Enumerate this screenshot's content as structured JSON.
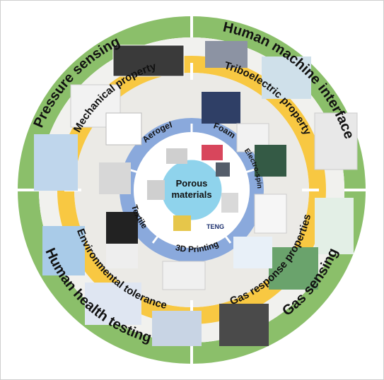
{
  "center": {
    "line1": "Porous",
    "line2": "materials",
    "color": "#8fd3ec"
  },
  "inner_ring": {
    "color": "#8aa9dc",
    "labels": [
      "Foam",
      "Electro-spinning",
      "3D Printing",
      "Textile",
      "Aerogel"
    ]
  },
  "middle_ring": {
    "color": "#f8c842",
    "labels": [
      "Triboelectric property",
      "Gas response properties",
      "Environmental tolerance",
      "Mechanical property"
    ]
  },
  "outer_ring": {
    "color": "#8bbf6a",
    "labels": [
      "Human machine interface",
      "Gas sensing",
      "Human health testing",
      "Pressure sensing"
    ]
  },
  "extra_labels": {
    "teng": "TENG"
  },
  "colors": {
    "text": "#111111",
    "background": "#ffffff",
    "divider": "#ffffff"
  }
}
